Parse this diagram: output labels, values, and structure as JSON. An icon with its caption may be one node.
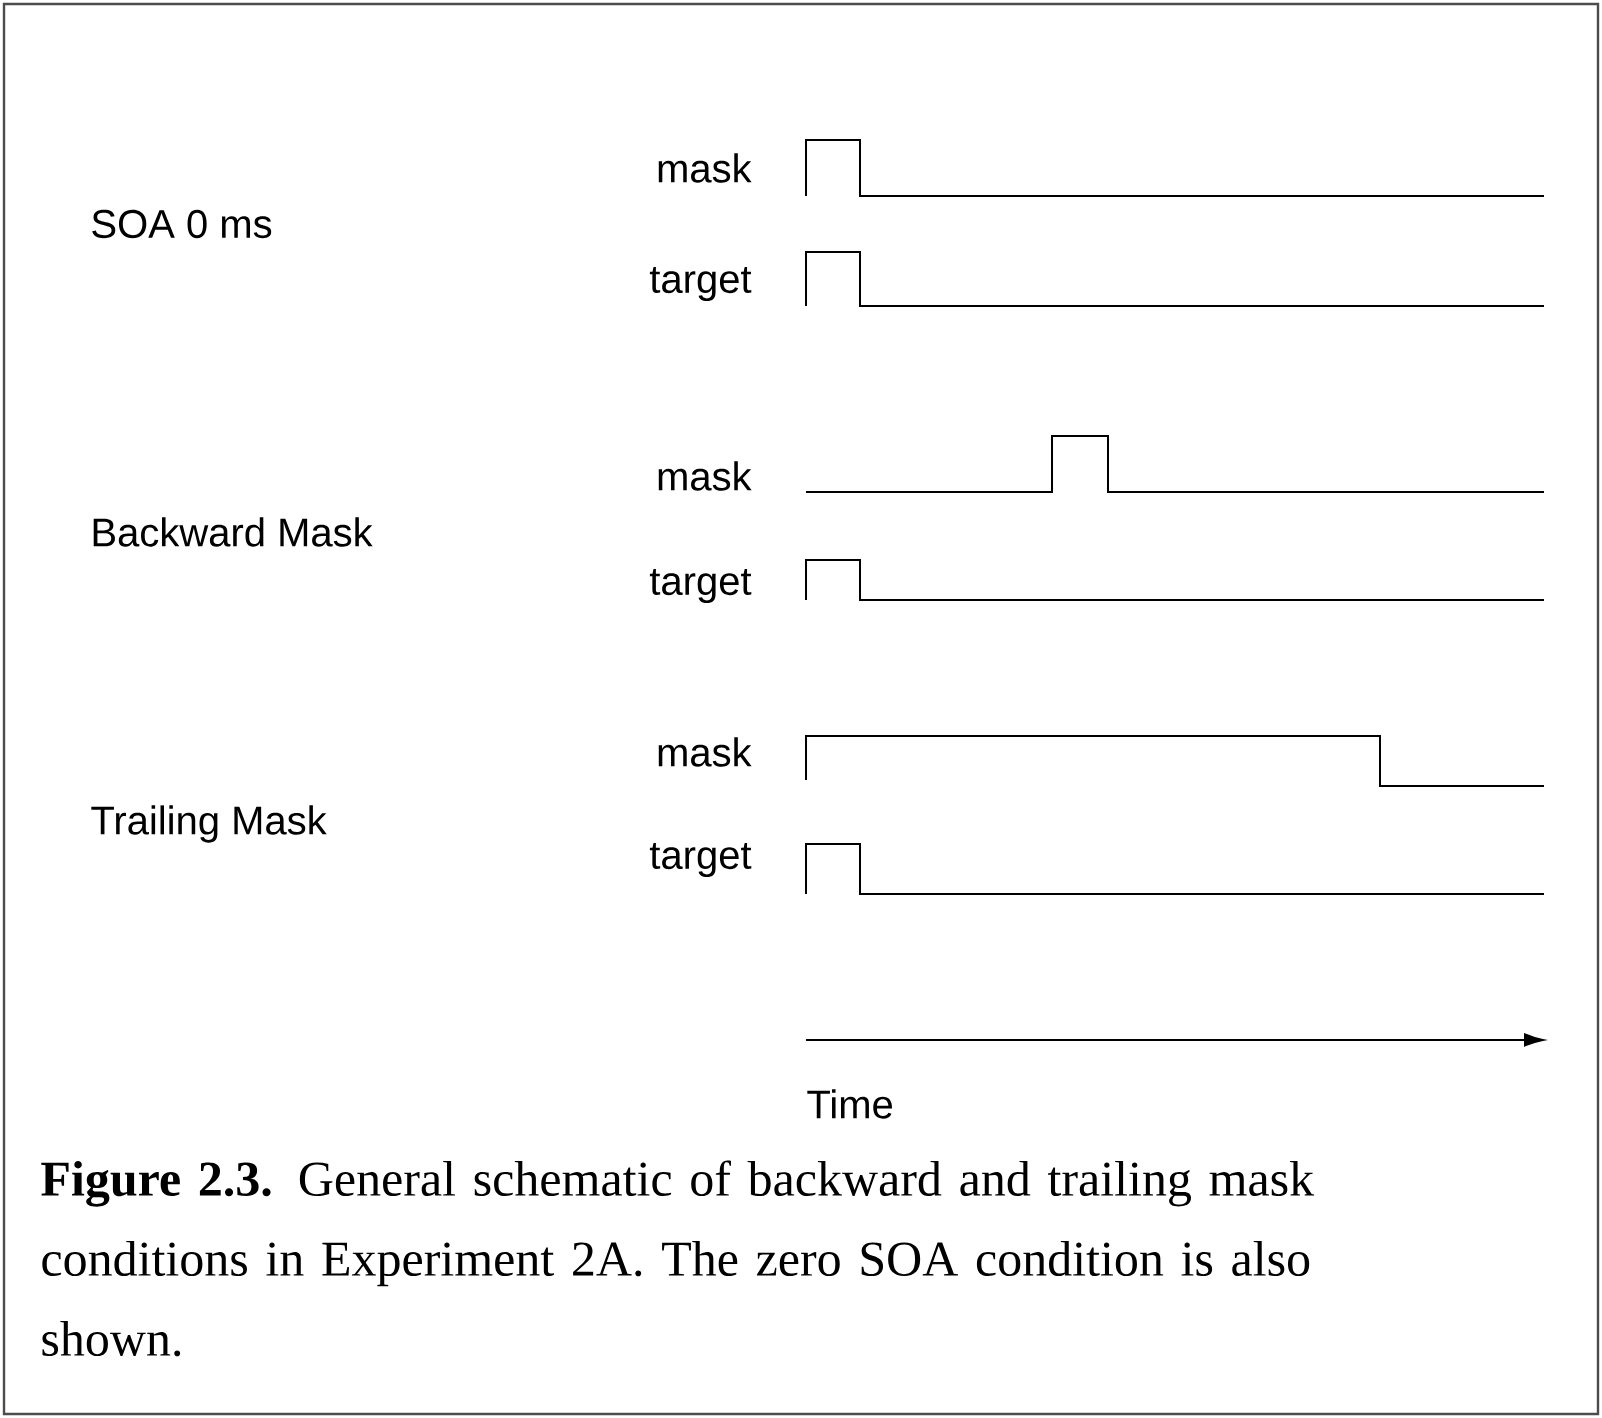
{
  "diagram": {
    "caption": "**Figure 2.3.** General schematic of backward and trailing mask conditions in Experiment 2A. The zero SOA condition is also shown.",
    "labels": [
      "mask",
      "SOA 0 ms",
      "target",
      "mask",
      "Backward Mask",
      "target",
      "mask",
      "Trailing Mask",
      "target",
      "Time"
    ]
  }
}
